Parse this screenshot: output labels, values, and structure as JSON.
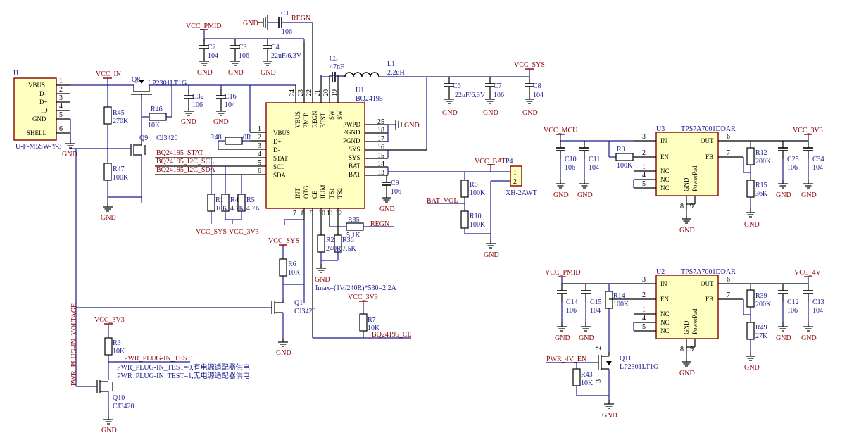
{
  "connector_j1": {
    "ref": "J1",
    "part": "U-F-M5SW-Y-3",
    "pins": [
      "VBUS",
      "D-",
      "D+",
      "ID",
      "GND",
      "SHELL"
    ],
    "pin_numbers": [
      "1",
      "2",
      "3",
      "4",
      "5",
      "6"
    ]
  },
  "nets": {
    "vcc_in": "VCC_IN",
    "vcc_pmid": "VCC_PMID",
    "vcc_sys": "VCC_SYS",
    "vcc_mcu": "VCC_MCU",
    "vcc_3v3": "VCC_3V3",
    "vcc_4v": "VCC_4V",
    "vcc_bat": "VCC_BAT",
    "regn": "REGN",
    "gnd": "GND",
    "bat_vol": "BAT_VOL",
    "pwr_4v_en": "PWR_4V_EN",
    "pwr_plug_in_test": "PWR_PLUG-IN_TEST",
    "pwr_plug_in_voltage": "PWR_PLUG-IN_VOLTAGE",
    "bq_stat": "BQ24195_STAT",
    "bq_scl": "BQ24195_I2C_SCL",
    "bq_sda": "BQ24195_I2C_SDA",
    "bq_ce": "BQ24195_CE"
  },
  "u1": {
    "ref": "U1",
    "part": "BQ24195",
    "left_pins": [
      "VBUS",
      "D+",
      "D-",
      "STAT",
      "SCL",
      "SDA"
    ],
    "left_nums": [
      "1",
      "2",
      "3",
      "4",
      "5",
      "6"
    ],
    "right_pins": [
      "PWPD",
      "PGND",
      "PGND",
      "SYS",
      "SYS",
      "BAT",
      "BAT"
    ],
    "right_nums": [
      "25",
      "18",
      "17",
      "16",
      "15",
      "14",
      "13"
    ],
    "top_pins": [
      "VBUS",
      "PMID",
      "REGN",
      "BTST",
      "SW",
      "SW"
    ],
    "top_nums": [
      "24",
      "23",
      "22",
      "21",
      "20",
      "19"
    ],
    "bottom_pins": [
      "INT",
      "OTG",
      "CE",
      "ILIM",
      "TS1",
      "TS2"
    ],
    "bottom_nums": [
      "7",
      "8",
      "9",
      "10",
      "11",
      "12"
    ]
  },
  "ldo_u3": {
    "ref": "U3",
    "part": "TPS7A7001DDAR",
    "left_pins": [
      "IN",
      "EN",
      "NC",
      "NC",
      "NC"
    ],
    "left_nums": [
      "3",
      "2",
      "1",
      "4",
      "5"
    ],
    "right_pins": [
      "OUT",
      "FB"
    ],
    "right_nums": [
      "6",
      "7"
    ],
    "bottom_pins": [
      "GND",
      "PowerPad"
    ],
    "bottom_nums": [
      "8",
      "9"
    ]
  },
  "ldo_u2": {
    "ref": "U2",
    "part": "TPS7A7001DDAR",
    "left_pins": [
      "IN",
      "EN",
      "NC",
      "NC",
      "NC"
    ],
    "left_nums": [
      "3",
      "2",
      "1",
      "4",
      "5"
    ],
    "right_pins": [
      "OUT",
      "FB"
    ],
    "right_nums": [
      "6",
      "7"
    ],
    "bottom_pins": [
      "GND",
      "PowerPad"
    ],
    "bottom_nums": [
      "8",
      "9"
    ]
  },
  "components": {
    "C1": [
      "C1",
      "106"
    ],
    "C2": [
      "C2",
      "104"
    ],
    "C3": [
      "C3",
      "106"
    ],
    "C4": [
      "C4",
      "22uF/6.3V"
    ],
    "C5": [
      "C5",
      "47nF"
    ],
    "L1": [
      "L1",
      "2.2uH"
    ],
    "C6": [
      "C6",
      "22uF/6.3V"
    ],
    "C7": [
      "C7",
      "106"
    ],
    "C8": [
      "C8",
      "104"
    ],
    "C32": [
      "C32",
      "106"
    ],
    "C16": [
      "C16",
      "104"
    ],
    "C9": [
      "C9",
      "106"
    ],
    "R45": [
      "R45",
      "270K"
    ],
    "R46": [
      "R46",
      "10K"
    ],
    "R47": [
      "R47",
      "100K"
    ],
    "R48": [
      "R48",
      "0R"
    ],
    "R1": [
      "R1",
      "10K"
    ],
    "R4": [
      "R4",
      "4.7K"
    ],
    "R5": [
      "R5",
      "4.7K"
    ],
    "R2": [
      "R2",
      "240R"
    ],
    "R36": [
      "R36",
      "7.5K"
    ],
    "R35": [
      "R35",
      "5.1K"
    ],
    "R6": [
      "R6",
      "10K"
    ],
    "R7": [
      "R7",
      "10K"
    ],
    "R3": [
      "R3",
      "10K"
    ],
    "R8": [
      "R8",
      "100K"
    ],
    "R10": [
      "R10",
      "100K"
    ],
    "P4": [
      "P4",
      "XH-2AWT"
    ],
    "Q8": [
      "Q8",
      "LP2301LT1G"
    ],
    "Q9": [
      "Q9",
      "CJ3420"
    ],
    "Q1": [
      "Q1",
      "CJ3420"
    ],
    "Q10": [
      "Q10",
      "CJ3420"
    ],
    "Q11": [
      "Q11",
      "LP2301LT1G"
    ],
    "C10": [
      "C10",
      "106"
    ],
    "C11": [
      "C11",
      "104"
    ],
    "R9": [
      "R9",
      "100K"
    ],
    "R12": [
      "R12",
      "200K"
    ],
    "R15": [
      "R15",
      "36K"
    ],
    "C25": [
      "C25",
      "106"
    ],
    "C34": [
      "C34",
      "104"
    ],
    "C14": [
      "C14",
      "106"
    ],
    "C15": [
      "C15",
      "104"
    ],
    "R14": [
      "R14",
      "100K"
    ],
    "R39": [
      "R39",
      "200K"
    ],
    "R49": [
      "R49",
      "27K"
    ],
    "C12": [
      "C12",
      "106"
    ],
    "C13": [
      "C13",
      "104"
    ],
    "R43": [
      "R43",
      "10K"
    ]
  },
  "notes": {
    "imax": "Imax=(1V/240R)*530=2.2A",
    "plug0": "PWR_PLUG-IN_TEST=0,有电源适配器供电",
    "plug1": "PWR_PLUG-IN_TEST=1,无电源适配器供电"
  },
  "p4_pins": [
    "1",
    "2"
  ]
}
